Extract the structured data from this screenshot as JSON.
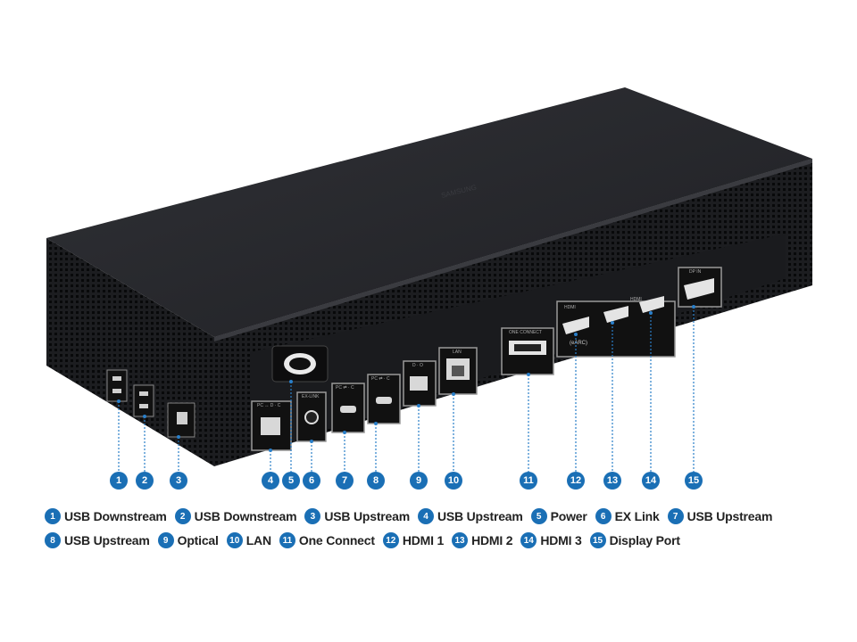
{
  "device": {
    "brand_text": "SAMSUNG",
    "port_labels": {
      "pc_usb_c": "PC ↔ D · C",
      "ex_link": "EX-LINK",
      "pc_usb_c_2": "PC ⇄ · C",
      "pc_usb_c_3": "PC ⇄ · C",
      "optical": "D · O",
      "lan": "LAN",
      "one_connect": "ONE CONNECT",
      "hdmi_group": "HDMI",
      "hdmi_group_2": "HDMI",
      "arc_label": "(eARC)",
      "dp_label": "DP IN"
    },
    "port_numbers": {
      "p1": "1",
      "p2": "2",
      "p3": "3"
    }
  },
  "callouts": [
    "1",
    "2",
    "3",
    "4",
    "5",
    "6",
    "7",
    "8",
    "9",
    "10",
    "11",
    "12",
    "13",
    "14",
    "15"
  ],
  "legend": [
    {
      "num": "1",
      "label": "USB Downstream"
    },
    {
      "num": "2",
      "label": "USB Downstream"
    },
    {
      "num": "3",
      "label": "USB Upstream"
    },
    {
      "num": "4",
      "label": "USB Upstream"
    },
    {
      "num": "5",
      "label": "Power"
    },
    {
      "num": "6",
      "label": "EX Link"
    },
    {
      "num": "7",
      "label": "USB Upstream"
    },
    {
      "num": "8",
      "label": "USB Upstream"
    },
    {
      "num": "9",
      "label": "Optical"
    },
    {
      "num": "10",
      "label": "LAN"
    },
    {
      "num": "11",
      "label": "One Connect"
    },
    {
      "num": "12",
      "label": "HDMI 1"
    },
    {
      "num": "13",
      "label": "HDMI 2"
    },
    {
      "num": "14",
      "label": "HDMI 3"
    },
    {
      "num": "15",
      "label": "Display Port"
    }
  ],
  "colors": {
    "accent": "#1a6fb5",
    "device_body": "#1e1f22",
    "device_top": "#26272b",
    "callout_line": "#2a7fc9"
  }
}
